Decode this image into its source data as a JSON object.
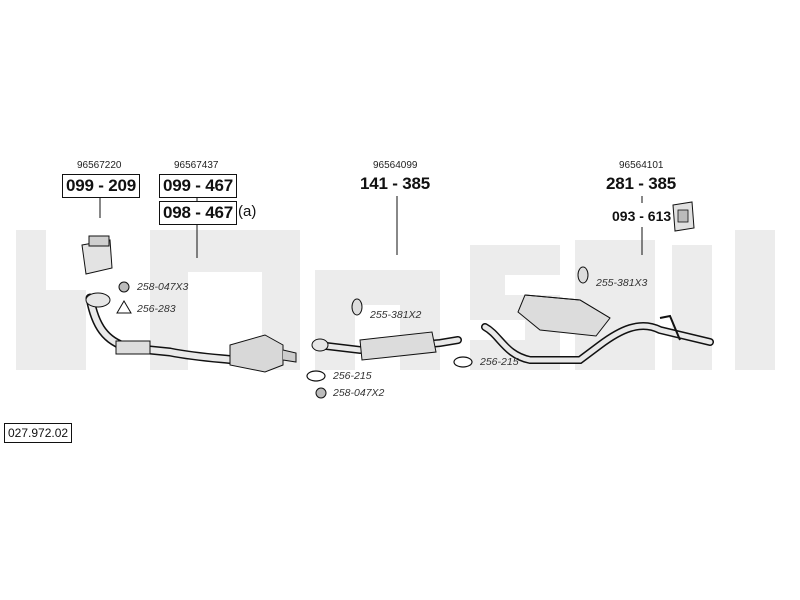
{
  "diagram": {
    "reference_code": "027.972.02",
    "groups": [
      {
        "oem": "96567220",
        "parts": [
          "099 - 209"
        ]
      },
      {
        "oem": "96567437",
        "parts": [
          "099 - 467",
          "098 - 467"
        ],
        "suffix": "(a)"
      },
      {
        "oem": "96564099",
        "parts": [
          "141 - 385"
        ]
      },
      {
        "oem": "96564101",
        "parts": [
          "281 - 385",
          "093 - 613"
        ]
      }
    ],
    "accessories": [
      {
        "code": "258-047X3",
        "icon": "clamp-icon"
      },
      {
        "code": "256-283",
        "icon": "triangle-gasket-icon"
      },
      {
        "code": "255-381X2",
        "icon": "rubber-mount-icon"
      },
      {
        "code": "256-215",
        "icon": "ring-gasket-icon"
      },
      {
        "code": "258-047X2",
        "icon": "clamp-icon"
      },
      {
        "code": "256-215",
        "icon": "ring-gasket-icon"
      },
      {
        "code": "255-381X3",
        "icon": "rubber-mount-icon"
      }
    ],
    "colors": {
      "watermark": "#ececec",
      "line": "#111111",
      "part_fill": "#dcdcdc"
    }
  }
}
